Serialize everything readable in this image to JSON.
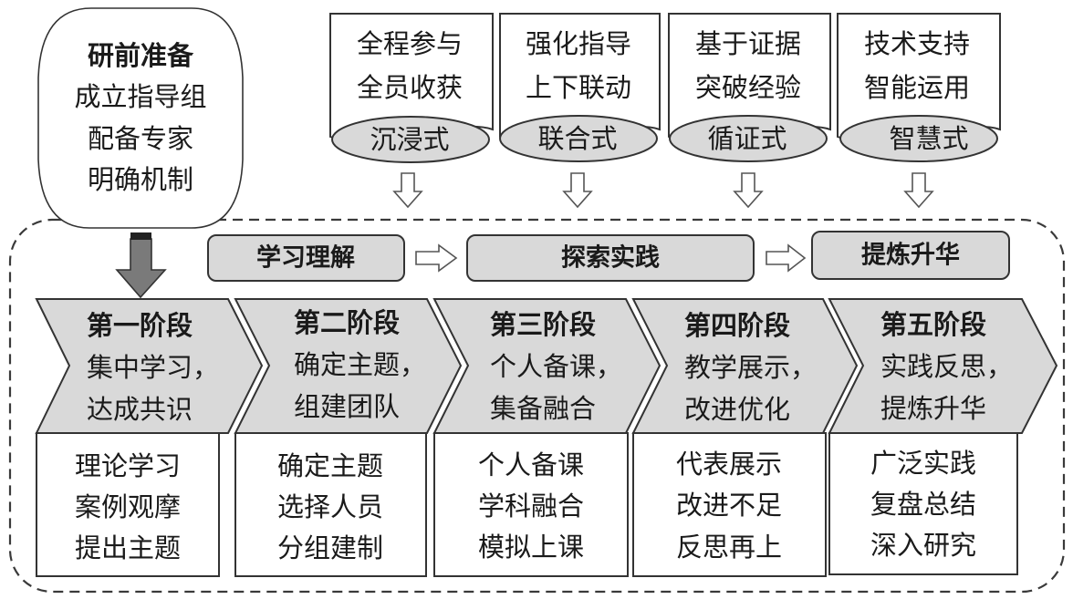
{
  "prep": {
    "title": "研前准备",
    "lines": [
      "成立指导组",
      "配备专家",
      "明确机制"
    ]
  },
  "modes": [
    {
      "lines": [
        "全程参与",
        "全员收获"
      ],
      "label": "沉浸式"
    },
    {
      "lines": [
        "强化指导",
        "上下联动"
      ],
      "label": "联合式"
    },
    {
      "lines": [
        "基于证据",
        "突破经验"
      ],
      "label": "循证式"
    },
    {
      "lines": [
        "技术支持",
        "智能运用"
      ],
      "label": "智慧式"
    }
  ],
  "phases": [
    "学习理解",
    "探索实践",
    "提炼升华"
  ],
  "stages": [
    {
      "title": "第一阶段",
      "lines": [
        "集中学习，",
        "达成共识"
      ],
      "items": [
        "理论学习",
        "案例观摩",
        "提出主题"
      ]
    },
    {
      "title": "第二阶段",
      "lines": [
        "确定主题，",
        "组建团队"
      ],
      "items": [
        "确定主题",
        "选择人员",
        "分组建制"
      ]
    },
    {
      "title": "第三阶段",
      "lines": [
        "个人备课，",
        "集备融合"
      ],
      "items": [
        "个人备课",
        "学科融合",
        "模拟上课"
      ]
    },
    {
      "title": "第四阶段",
      "lines": [
        "教学展示，",
        "改进优化"
      ],
      "items": [
        "代表展示",
        "改进不足",
        "反思再上"
      ]
    },
    {
      "title": "第五阶段",
      "lines": [
        "实践反思，",
        "提炼升华"
      ],
      "items": [
        "广泛实践",
        "复盘总结",
        "深入研究"
      ]
    }
  ],
  "icons": {
    "mode_to_phase": "hollow-down-arrow",
    "phase_to_phase": "hollow-right-arrow",
    "prep_to_stages": "solid-down-arrow"
  },
  "colors": {
    "shape_fill": "#d9d9d9",
    "stroke": "#333333",
    "text": "#1a1a1a",
    "main_arrow": "#7a7a7a"
  }
}
